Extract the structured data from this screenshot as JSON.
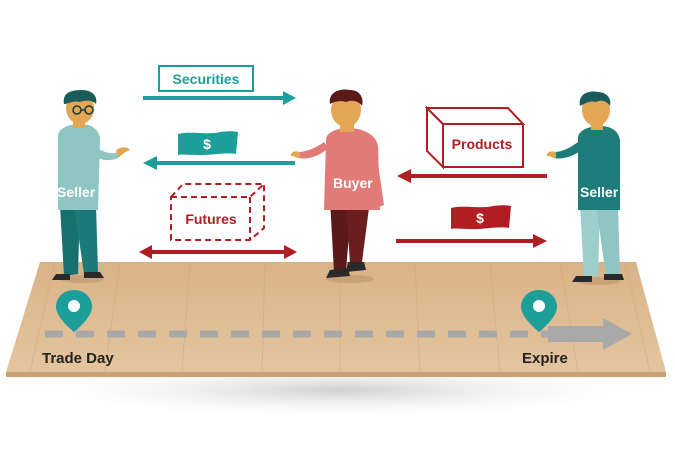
{
  "labels": {
    "securities": "Securities",
    "dollar_top": "$",
    "futures": "Futures",
    "products": "Products",
    "dollar_right": "$",
    "seller_left": "Seller",
    "buyer": "Buyer",
    "seller_right": "Seller",
    "trade_day": "Trade Day",
    "expire": "Expire"
  },
  "colors": {
    "teal": "#1e9e9a",
    "red": "#b01e23",
    "wood": "#dcb88e",
    "timeline": "#a9a9a9",
    "seller_shirt": "#8fc6c3",
    "buyer_shirt": "#e07b78",
    "right_seller_shirt": "#1e7c7a"
  },
  "icons": [
    "location-pin-icon",
    "location-pin-icon"
  ]
}
